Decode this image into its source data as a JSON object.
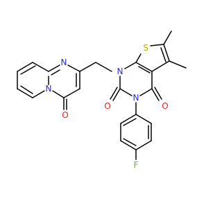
{
  "molecule": {
    "atoms": {
      "n_pyrimidine_top": {
        "symbol": "N",
        "color": "#2b2bd9"
      },
      "n_pyrimidine_bridge": {
        "symbol": "N",
        "color": "#2b2bd9"
      },
      "o_pyridopyrimidinone": {
        "symbol": "O",
        "color": "#e8231f"
      },
      "n1_thienopyrimidine": {
        "symbol": "N",
        "color": "#2b2bd9"
      },
      "n3_thienopyrimidine": {
        "symbol": "N",
        "color": "#2b2bd9"
      },
      "s_thiophene": {
        "symbol": "S",
        "color": "#b8b000"
      },
      "o_c2": {
        "symbol": "O",
        "color": "#e8231f"
      },
      "o_c4": {
        "symbol": "O",
        "color": "#e8231f"
      },
      "f_phenyl": {
        "symbol": "F",
        "color": "#6ea84a"
      }
    },
    "colors": {
      "carbon_bond": "#000000",
      "nitrogen": "#2b2bd9",
      "oxygen": "#e8231f",
      "sulfur": "#b8b000",
      "fluorine": "#6ea84a",
      "background": "#ffffff"
    }
  }
}
